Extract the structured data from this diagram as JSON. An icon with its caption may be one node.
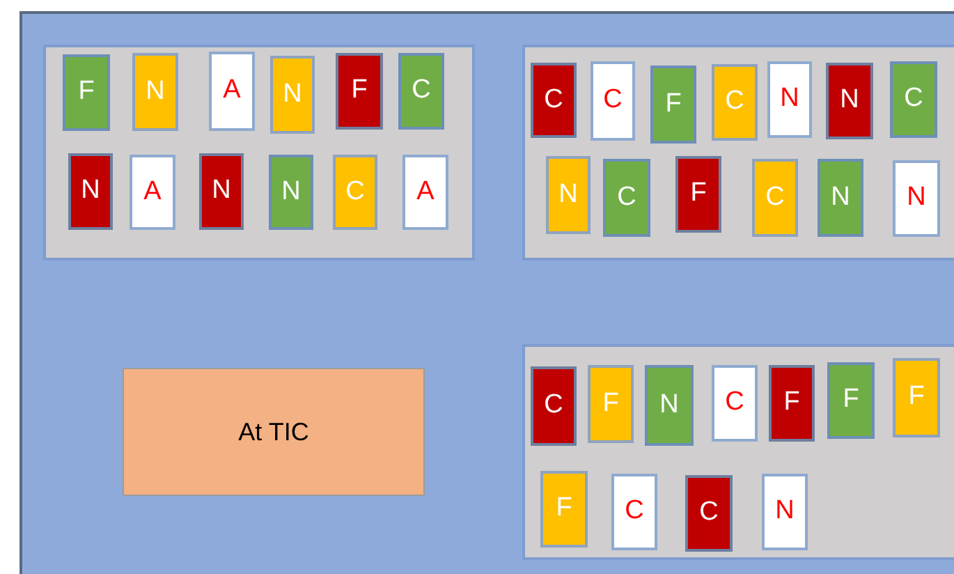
{
  "diagram": {
    "nodes": [
      {
        "text": [],
        "shape": "box"
      },
      {
        "text": [
          "F"
        ],
        "in": 0
      },
      {
        "text": [
          "N"
        ],
        "in": 0
      },
      {
        "text": [
          "A"
        ],
        "in": 0
      },
      {
        "text": [
          "N"
        ],
        "in": 0
      },
      {
        "text": [
          "F"
        ],
        "in": 0
      },
      {
        "text": [
          "C"
        ],
        "in": 0
      },
      {
        "text": [
          "N"
        ],
        "in": 0
      },
      {
        "text": [
          "A"
        ],
        "in": 0
      },
      {
        "text": [
          "N"
        ],
        "in": 0
      },
      {
        "text": [
          "N"
        ],
        "in": 0
      },
      {
        "text": [
          "C"
        ],
        "in": 0
      },
      {
        "text": [
          "A"
        ],
        "in": 0
      },
      {
        "text": [],
        "shape": "box"
      },
      {
        "text": [
          "C"
        ],
        "in": 13
      },
      {
        "text": [
          "C"
        ],
        "in": 13
      },
      {
        "text": [
          "F"
        ],
        "in": 13
      },
      {
        "text": [
          "C"
        ],
        "in": 13
      },
      {
        "text": [
          "N"
        ],
        "in": 13
      },
      {
        "text": [
          "N"
        ],
        "in": 13
      },
      {
        "text": [
          "C"
        ],
        "in": 13
      },
      {
        "text": [
          "N"
        ],
        "in": 13
      },
      {
        "text": [
          "C"
        ],
        "in": 13
      },
      {
        "text": [
          "F"
        ],
        "in": 13
      },
      {
        "text": [
          "C"
        ],
        "in": 13
      },
      {
        "text": [
          "N"
        ],
        "in": 13
      },
      {
        "text": [
          "N"
        ],
        "in": 13
      },
      {
        "text": [
          "At TIC"
        ]
      },
      {
        "text": [],
        "shape": "box"
      },
      {
        "text": [
          "C"
        ],
        "in": 28
      },
      {
        "text": [
          "F"
        ],
        "in": 28
      },
      {
        "text": [
          "N"
        ],
        "in": 28
      },
      {
        "text": [
          "C"
        ],
        "in": 28
      },
      {
        "text": [
          "F"
        ],
        "in": 28
      },
      {
        "text": [
          "F"
        ],
        "in": 28
      },
      {
        "text": [
          "F"
        ],
        "in": 28
      },
      {
        "text": [
          "F"
        ],
        "in": 28
      },
      {
        "text": [
          "C"
        ],
        "in": 28
      },
      {
        "text": [
          "C"
        ],
        "in": 28
      },
      {
        "text": [
          "N"
        ],
        "in": 28
      }
    ]
  }
}
